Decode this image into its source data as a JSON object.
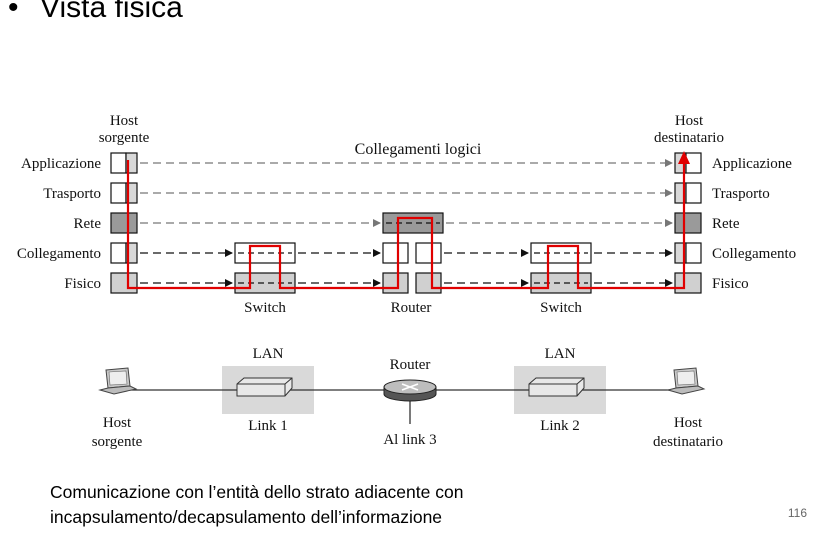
{
  "slide": {
    "bullet": "•",
    "title": "Vista fisica",
    "caption_line1": "Comunicazione con l’entità dello strato adiacente con",
    "caption_line2": "incapsulamento/decapsulamento dell’informazione",
    "page_number": "116"
  },
  "stack_diagram": {
    "source_label_1": "Host",
    "source_label_2": "sorgente",
    "dest_label_1": "Host",
    "dest_label_2": "destinatario",
    "logical_links_label": "Collegamenti logici",
    "layers_left": [
      "Applicazione",
      "Trasporto",
      "Rete",
      "Collegamento",
      "Fisico"
    ],
    "layers_right": [
      "Applicazione",
      "Trasporto",
      "Rete",
      "Collegamento",
      "Fisico"
    ],
    "switch1_label": "Switch",
    "router_label": "Router",
    "switch2_label": "Switch",
    "colors": {
      "path": "#e00000",
      "box_gray": "#d0d0d0",
      "box_dark": "#9a9a9a"
    }
  },
  "topology": {
    "lan1_label": "LAN",
    "lan2_label": "LAN",
    "router_label": "Router",
    "link1_label": "Link 1",
    "link2_label": "Link 2",
    "link3_label": "Al link 3",
    "host_src_1": "Host",
    "host_src_2": "sorgente",
    "host_dst_1": "Host",
    "host_dst_2": "destinatario",
    "icons": [
      "laptop-icon",
      "switch-icon",
      "router-icon",
      "laptop-icon"
    ]
  }
}
